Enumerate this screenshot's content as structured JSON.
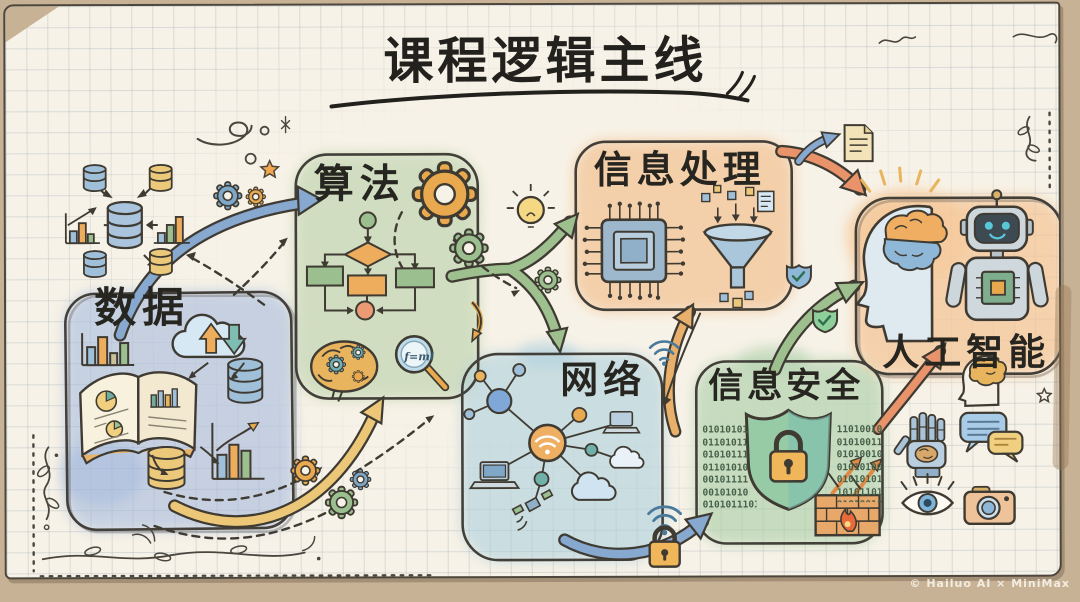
{
  "title": "课程逻辑主线",
  "nodes": {
    "data": {
      "label": "数据"
    },
    "algorithm": {
      "label": "算法",
      "magnifier_text": "f=ml"
    },
    "info_processing": {
      "label": "信息处理"
    },
    "network": {
      "label": "网络"
    },
    "info_security": {
      "label": "信息安全",
      "binary_left": [
        "01010101",
        "01101011",
        "01010111",
        "01101010",
        "00101111",
        "00101010",
        "0101011101"
      ],
      "binary_right": [
        "11010010",
        "01010011",
        "01010010",
        "01010100",
        "01010101",
        "10101101",
        "01010010"
      ]
    },
    "ai": {
      "label": "人工智能"
    }
  },
  "edges": [
    {
      "from": "数据",
      "to": "算法",
      "style": "blue-arrow"
    },
    {
      "from": "数据",
      "to": "算法",
      "style": "yellow-arrow"
    },
    {
      "from": "算法",
      "to": "信息处理",
      "style": "green-arrow"
    },
    {
      "from": "算法",
      "to": "网络",
      "style": "green-arrow"
    },
    {
      "from": "网络",
      "to": "信息安全",
      "style": "blue-arrow-with-lock"
    },
    {
      "from": "信息安全",
      "to": "信息处理",
      "style": "orange-arrow"
    },
    {
      "from": "信息安全",
      "to": "人工智能",
      "style": "green-arrow"
    },
    {
      "from": "信息处理",
      "to": "人工智能",
      "style": "orange-arrow"
    }
  ],
  "icons": [
    "data-hub-icon",
    "bar-chart-icon",
    "cloud-sync-icon",
    "open-book-icon",
    "database-icon",
    "growth-chart-icon",
    "gear-icon",
    "flowchart-icon",
    "brain-gears-icon",
    "magnifier-formula-icon",
    "lightbulb-icon",
    "cpu-chip-icon",
    "funnel-icon",
    "network-graph-icon",
    "laptop-icon",
    "satellite-icon",
    "wifi-icon",
    "shield-lock-icon",
    "binary-code",
    "firewall-icon",
    "padlock-icon",
    "shield-check-icon",
    "head-brain-icon",
    "robot-icon",
    "document-icon",
    "mini-head-icon",
    "robo-hand-icon",
    "chat-bubbles-icon",
    "eye-icon",
    "camera-icon",
    "star-icon",
    "swirl-icon",
    "vine-icon"
  ],
  "colors": {
    "paper": "#f7f2e7",
    "desk": "#c8b295",
    "ink": "#3f3b33",
    "blob_data": "#9fb6dd",
    "blob_algorithm": "#b9d0a8",
    "blob_processing": "#f2bd8a",
    "blob_network": "#a6ccdc",
    "blob_security": "#a8cda6",
    "blob_ai": "#f4c08c",
    "arrow_blue": "#87a8cf",
    "arrow_yellow": "#ecc778",
    "arrow_green": "#9ec08f",
    "arrow_orange": "#e8936a"
  },
  "watermark": "© Hailuo AI × MiniMax"
}
